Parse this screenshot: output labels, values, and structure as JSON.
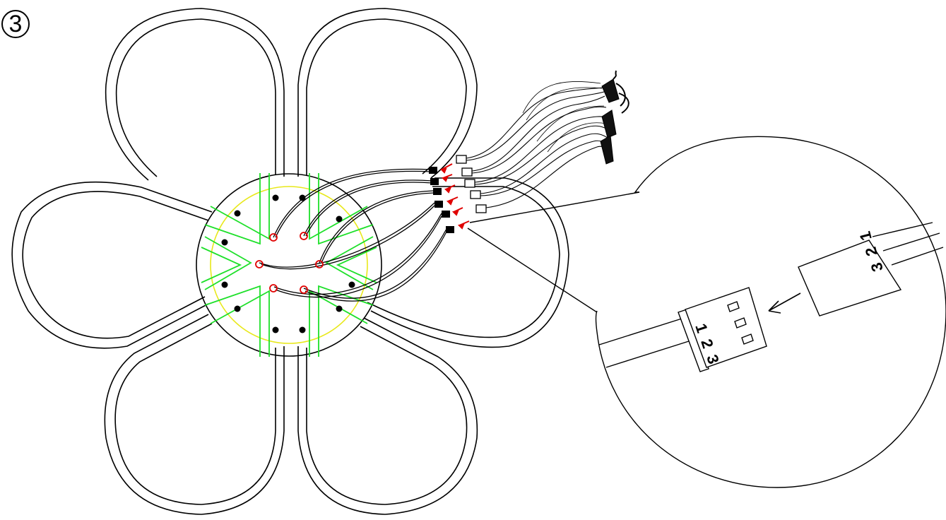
{
  "step": {
    "number": "3"
  },
  "connector_female": {
    "pins": [
      "1",
      "2",
      "3"
    ]
  },
  "connector_male": {
    "pins": [
      "1",
      "2",
      "3"
    ]
  },
  "colors": {
    "outline": "#000000",
    "channel": "#1ee02a",
    "hub_ring": "#e8e81a",
    "arrow": "#e00000"
  }
}
